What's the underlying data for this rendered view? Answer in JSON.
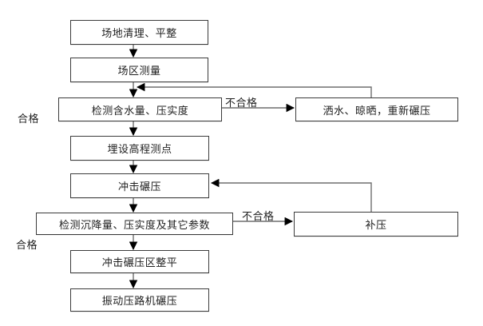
{
  "diagram": {
    "type": "flowchart",
    "nodes": {
      "clear": {
        "label": "场地清理、平整"
      },
      "survey": {
        "label": "场区测量"
      },
      "moisture": {
        "label": "检测含水量、压实度"
      },
      "elevation": {
        "label": "埋设高程测点"
      },
      "impact": {
        "label": "冲击碾压"
      },
      "settlement": {
        "label": "检测沉降量、压实度及其它参数"
      },
      "leveling": {
        "label": "冲击碾压区整平"
      },
      "vibratory": {
        "label": "振动压路机碾压"
      },
      "rewater": {
        "label": "洒水、晾晒，重新碾压"
      },
      "supplement": {
        "label": "补压"
      }
    },
    "edge_labels": {
      "pass_1": "合格",
      "pass_2": "合格",
      "fail_1": "不合格",
      "fail_2": "不合格"
    },
    "edges": [
      {
        "from": "clear",
        "to": "survey",
        "label": ""
      },
      {
        "from": "survey",
        "to": "moisture",
        "label": ""
      },
      {
        "from": "moisture",
        "to": "elevation",
        "label": "合格"
      },
      {
        "from": "moisture",
        "to": "rewater",
        "label": "不合格"
      },
      {
        "from": "rewater",
        "to": "moisture",
        "label": ""
      },
      {
        "from": "elevation",
        "to": "impact",
        "label": ""
      },
      {
        "from": "impact",
        "to": "settlement",
        "label": ""
      },
      {
        "from": "settlement",
        "to": "leveling",
        "label": "合格"
      },
      {
        "from": "settlement",
        "to": "supplement",
        "label": "不合格"
      },
      {
        "from": "supplement",
        "to": "impact",
        "label": ""
      },
      {
        "from": "leveling",
        "to": "vibratory",
        "label": ""
      }
    ],
    "colors": {
      "background": "#ffffff",
      "box_border": "#3b3b3b",
      "line": "#6e6e6e",
      "arrowhead": "#000000",
      "text": "#1f1f1f"
    }
  }
}
